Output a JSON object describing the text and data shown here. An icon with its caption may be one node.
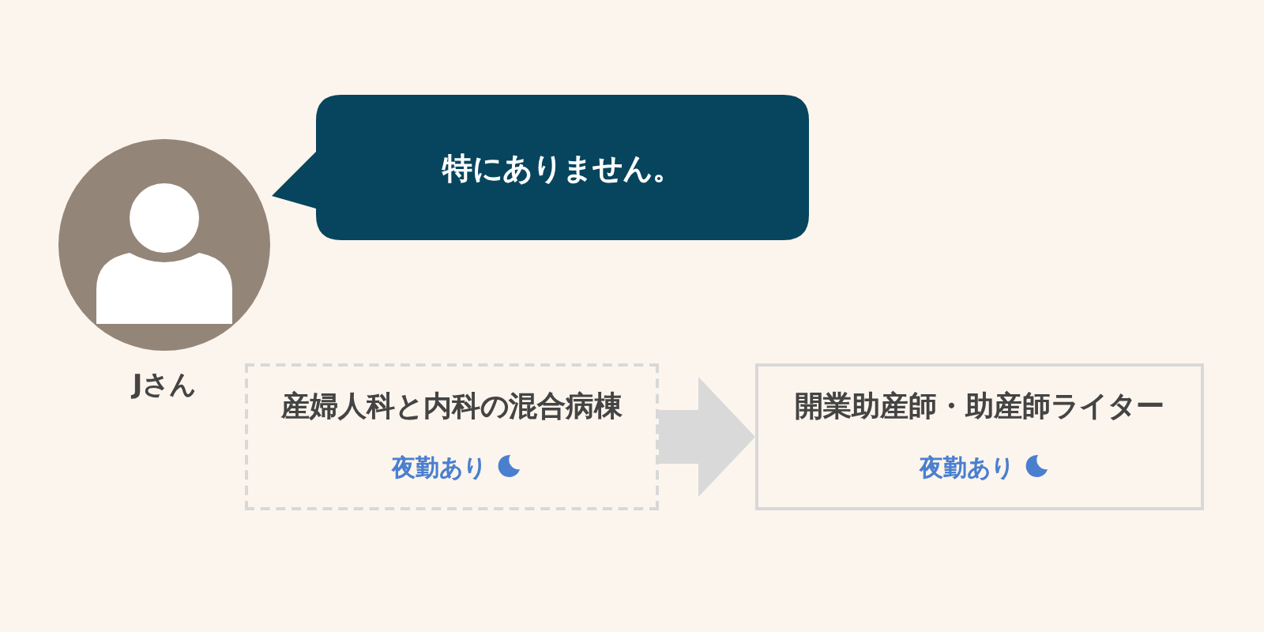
{
  "diagram": {
    "nodes": [
      {
        "text": [],
        "shape": "person",
        "beside": [
          "Jさん"
        ]
      },
      {
        "text": [
          "特にありません。"
        ]
      },
      {
        "text": [
          "産婦人科と内科の混合病棟",
          "夜勤あり"
        ]
      },
      {
        "text": [
          "開業助産師・助産師ライター",
          "夜勤あり"
        ]
      }
    ],
    "edges": [
      {
        "from": 2,
        "to": 3,
        "arrow": "to"
      }
    ]
  }
}
